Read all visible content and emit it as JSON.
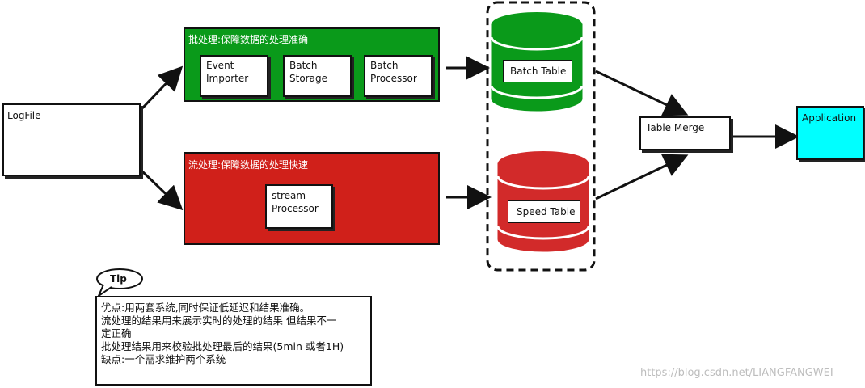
{
  "logfile": {
    "label": "LogFile"
  },
  "batch_layer": {
    "title": "批处理:保障数据的处理准确",
    "color": "#0a9a1a",
    "components": [
      {
        "line1": "Event",
        "line2": "Importer"
      },
      {
        "line1": "Batch",
        "line2": "Storage"
      },
      {
        "line1": "Batch",
        "line2": "Processor"
      }
    ]
  },
  "speed_layer": {
    "title": "流处理:保障数据的处理快速",
    "color": "#d0201a",
    "component": {
      "line1": "stream",
      "line2": "Processor"
    }
  },
  "batch_table": {
    "label": "Batch Table",
    "color": "#0a9a1a"
  },
  "speed_table": {
    "label": "Speed Table",
    "color": "#d22a2a"
  },
  "table_merge": {
    "label": "Table Merge"
  },
  "application": {
    "label": "Application",
    "color": "#00ffff"
  },
  "tip": {
    "badge": "Tip",
    "lines": [
      "优点:用两套系统,同时保证低延迟和结果准确。",
      "流处理的结果用来展示实时的处理的结果 但结果不一",
      "定正确",
      "批处理结果用来校验批处理最后的结果(5min 或者1H)",
      "缺点:一个需求维护两个系统"
    ]
  },
  "watermark": "https://blog.csdn.net/LIANGFANGWEI"
}
